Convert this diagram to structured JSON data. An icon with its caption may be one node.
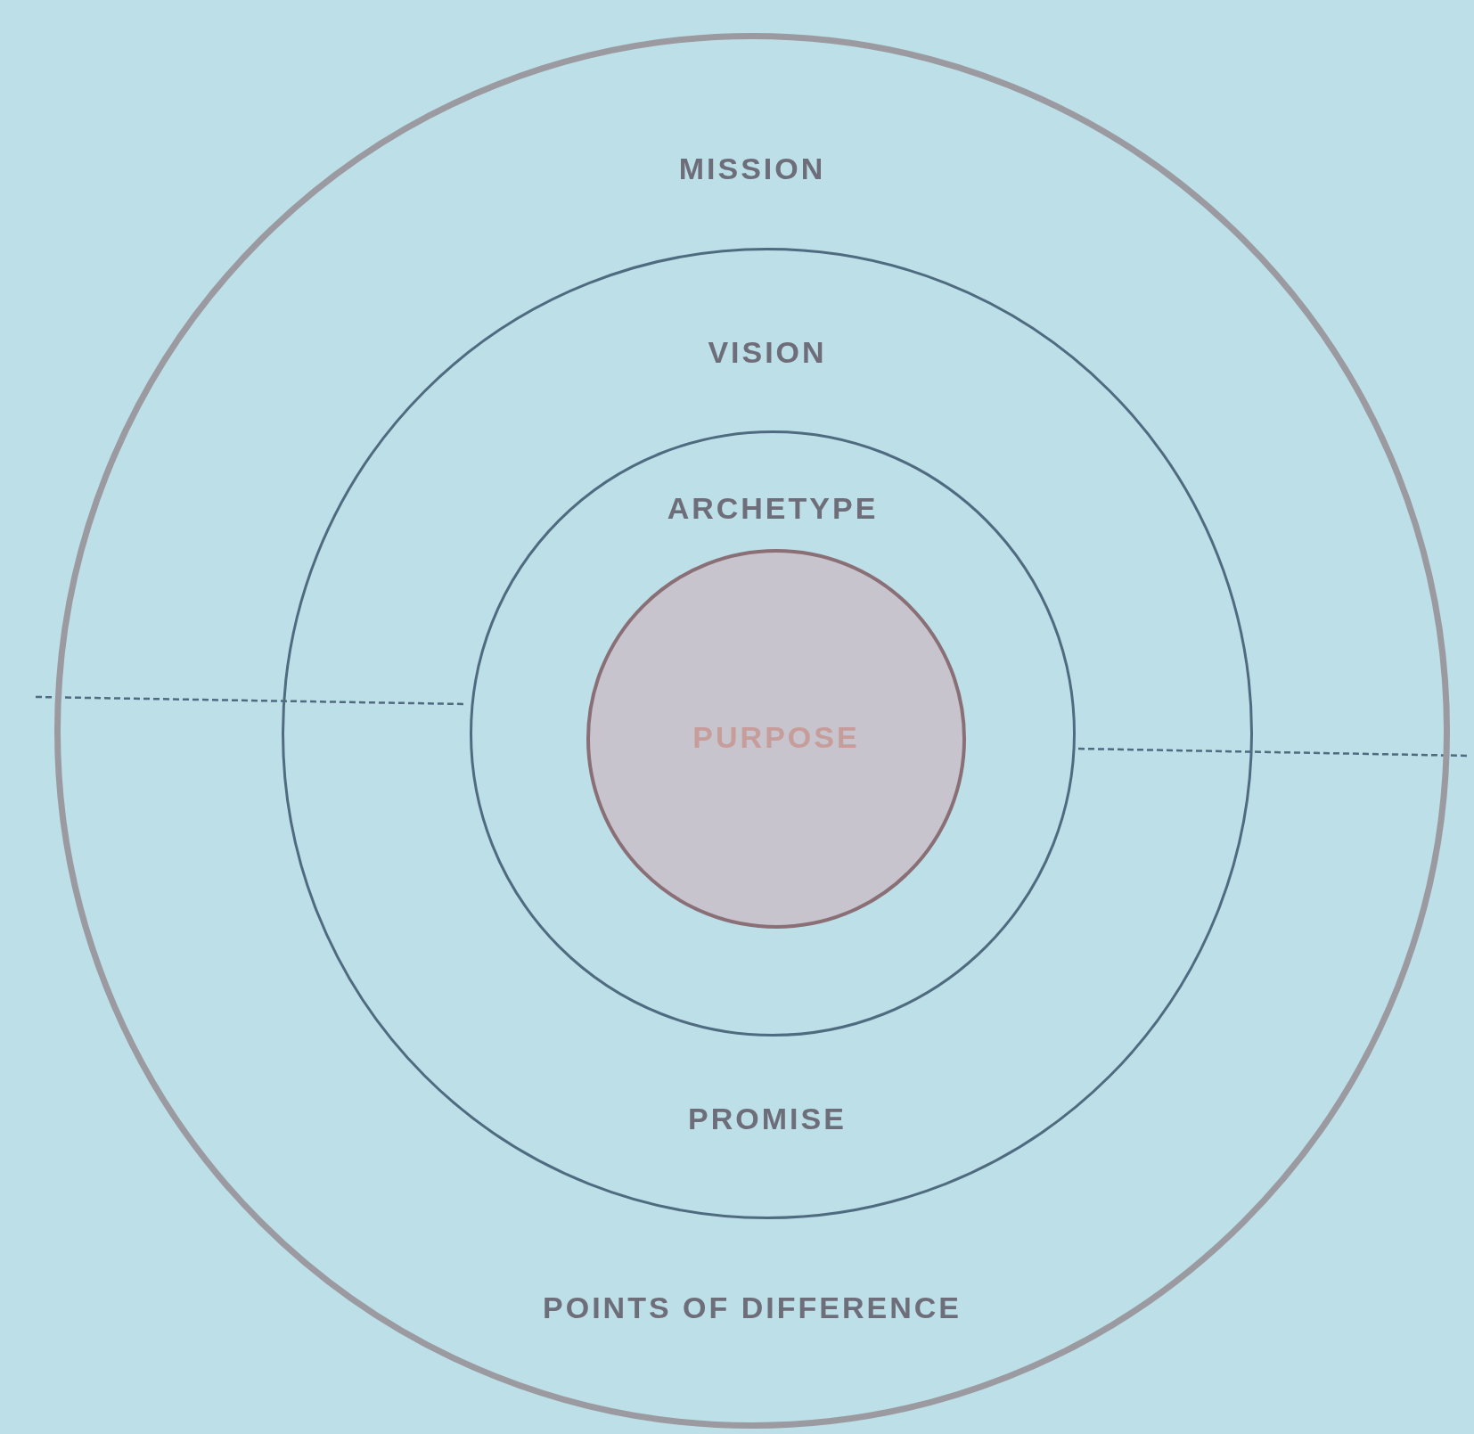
{
  "diagram": {
    "nodes": [
      {
        "text": [
          "MISSION",
          "POINTS OF DIFFERENCE"
        ]
      },
      {
        "text": [
          "VISION",
          "PROMISE"
        ],
        "in": 0
      },
      {
        "text": [
          "ARCHETYPE"
        ],
        "in": 1
      },
      {
        "text": [
          "PURPOSE"
        ],
        "in": 2
      }
    ]
  }
}
